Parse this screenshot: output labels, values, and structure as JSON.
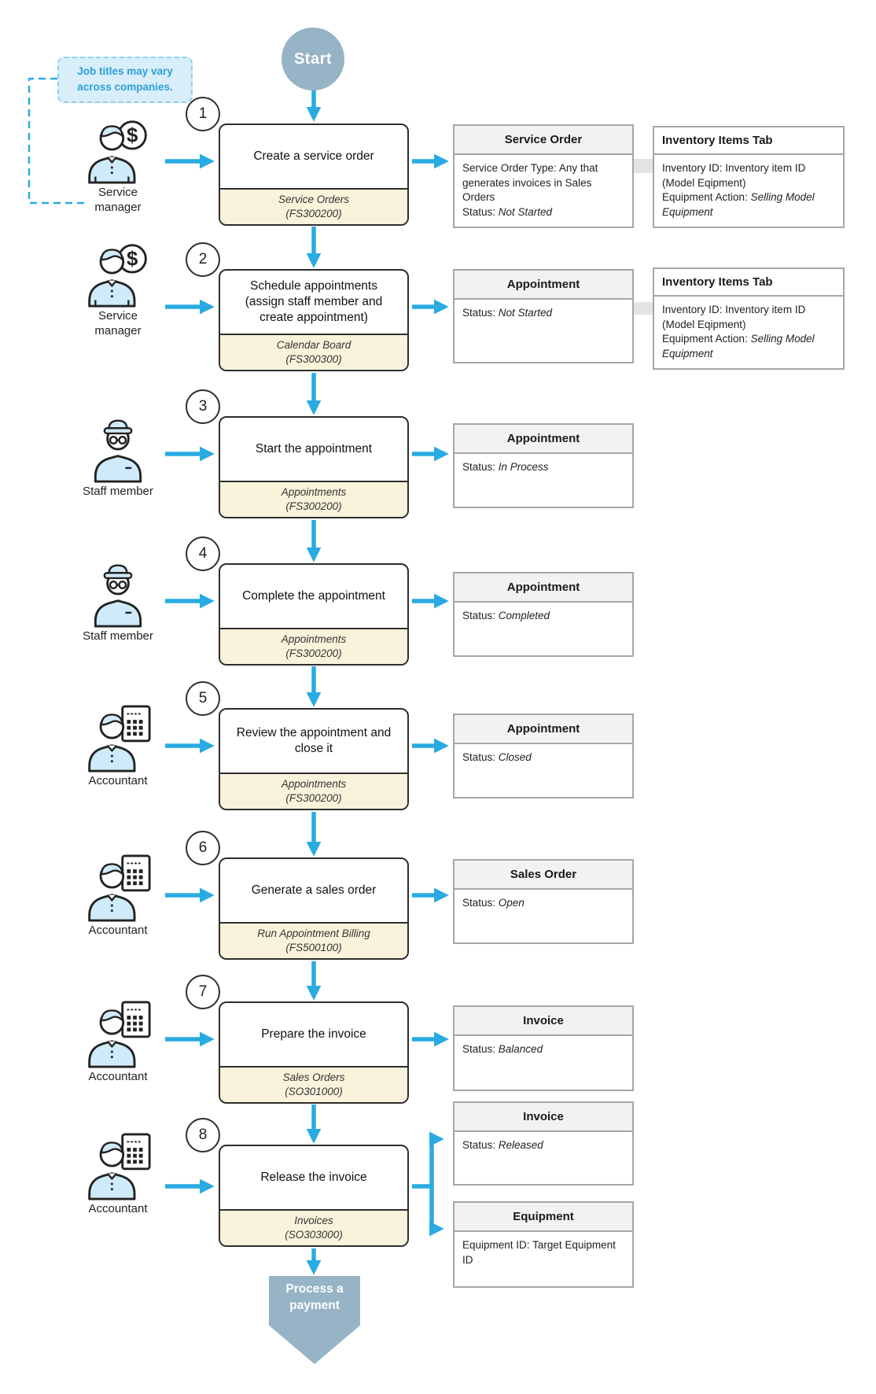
{
  "note": {
    "text": "Job titles may vary across companies."
  },
  "terminals": {
    "start": "Start",
    "end": "Process a payment"
  },
  "colors": {
    "arrow": "#29abe2",
    "terminal_fill": "#97b3c6",
    "screen_strip": "#faf3dc",
    "note_bg": "#d8eefa",
    "note_text": "#2e9fd8",
    "card_border": "#a6a6a6",
    "persona_fill": "#cfeaf8"
  },
  "steps": [
    {
      "number": "1",
      "persona": {
        "label": "Service\nmanager"
      },
      "task": "Create a service order",
      "screen": {
        "line1": "Service Orders",
        "line2": "(FS300200)"
      },
      "card": {
        "title": "Service Order",
        "lines": [
          {
            "label": "Service Order Type: ",
            "value": "Any that generates invoices in Sales Orders"
          },
          {
            "label": "Status: ",
            "value": "Not Started"
          }
        ]
      },
      "inventory": {
        "title": "Inventory Items Tab",
        "line1": "Inventory ID: Inventory item ID (Model Eqipment)",
        "line2_label": "Equipment Action: ",
        "line2_value": "Selling Model Equipment"
      }
    },
    {
      "number": "2",
      "persona": {
        "label": "Service\nmanager"
      },
      "task": "Schedule appointments (assign staff member and create appointment)",
      "screen": {
        "line1": "Calendar Board",
        "line2": "(FS300300)"
      },
      "card": {
        "title": "Appointment",
        "lines": [
          {
            "label": "Status: ",
            "value": "Not Started"
          }
        ]
      },
      "inventory": {
        "title": "Inventory Items Tab",
        "line1": "Inventory ID: Inventory item ID (Model Eqipment)",
        "line2_label": "Equipment Action: ",
        "line2_value": "Selling Model Equipment"
      }
    },
    {
      "number": "3",
      "persona": {
        "label": "Staff member"
      },
      "task": "Start the appointment",
      "screen": {
        "line1": "Appointments",
        "line2": "(FS300200)"
      },
      "card": {
        "title": "Appointment",
        "lines": [
          {
            "label": "Status: ",
            "value": "In Process"
          }
        ]
      }
    },
    {
      "number": "4",
      "persona": {
        "label": "Staff member"
      },
      "task": "Complete the appointment",
      "screen": {
        "line1": "Appointments",
        "line2": "(FS300200)"
      },
      "card": {
        "title": "Appointment",
        "lines": [
          {
            "label": "Status: ",
            "value": "Completed"
          }
        ]
      }
    },
    {
      "number": "5",
      "persona": {
        "label": "Accountant"
      },
      "task": "Review the appointment and close it",
      "screen": {
        "line1": "Appointments",
        "line2": "(FS300200)"
      },
      "card": {
        "title": "Appointment",
        "lines": [
          {
            "label": "Status: ",
            "value": "Closed"
          }
        ]
      }
    },
    {
      "number": "6",
      "persona": {
        "label": "Accountant"
      },
      "task": "Generate a sales order",
      "screen": {
        "line1": "Run Appointment Billing",
        "line2": "(FS500100)"
      },
      "card": {
        "title": "Sales Order",
        "lines": [
          {
            "label": "Status: ",
            "value": "Open"
          }
        ]
      }
    },
    {
      "number": "7",
      "persona": {
        "label": "Accountant"
      },
      "task": "Prepare the invoice",
      "screen": {
        "line1": "Sales Orders",
        "line2": "(SO301000)"
      },
      "card": {
        "title": "Invoice",
        "lines": [
          {
            "label": "Status: ",
            "value": "Balanced"
          }
        ]
      }
    },
    {
      "number": "8",
      "persona": {
        "label": "Accountant"
      },
      "task": "Release the invoice",
      "screen": {
        "line1": "Invoices",
        "line2": "(SO303000)"
      },
      "card": {
        "title": "Invoice",
        "lines": [
          {
            "label": "Status: ",
            "value": "Released"
          }
        ]
      },
      "card2": {
        "title": "Equipment",
        "lines": [
          {
            "label": "Equipment ID: ",
            "value": "Target Equipment ID"
          }
        ]
      }
    }
  ]
}
